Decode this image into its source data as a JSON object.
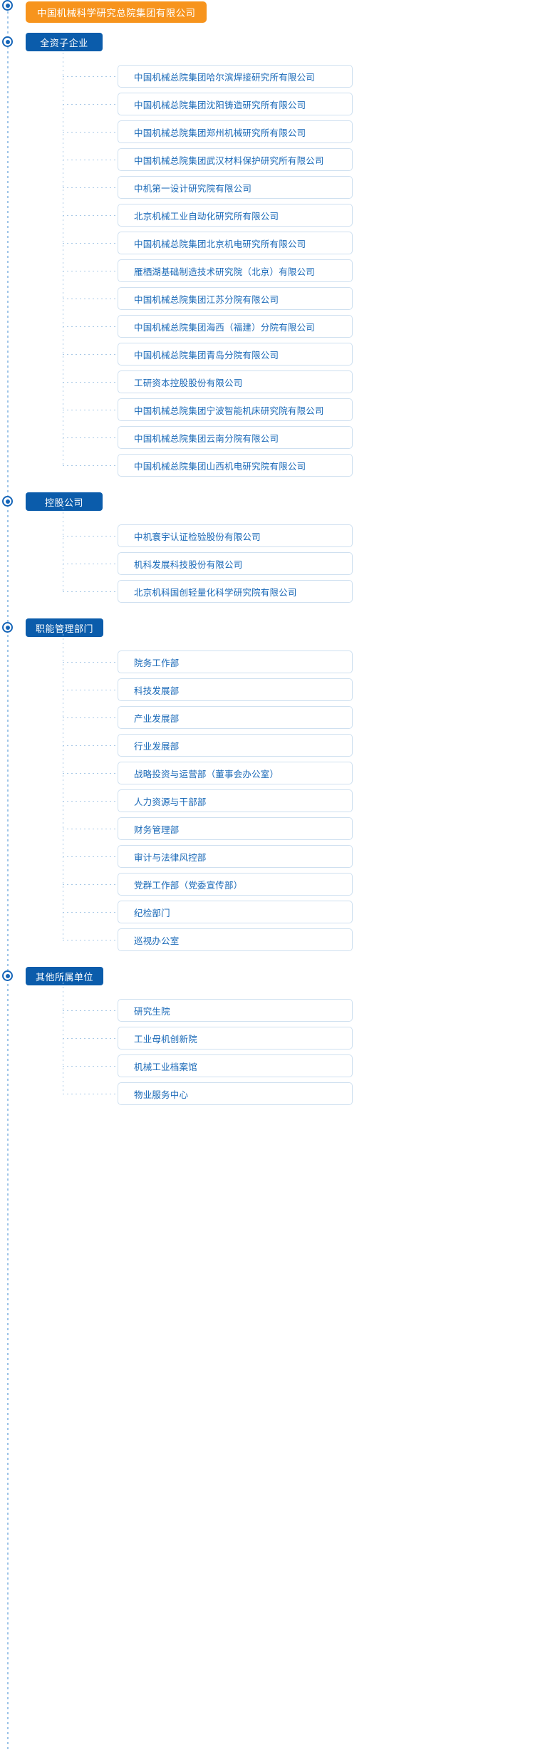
{
  "root": {
    "label": "中国机械科学研究总院集团有限公司",
    "color": "#f7941d",
    "icon": "root-node-dot-icon"
  },
  "theme": {
    "category_color": "#0b5cab",
    "leaf_text_color": "#1868b7",
    "leaf_border_color": "#cfe0f0",
    "connector_color": "#a9c9e6"
  },
  "groups": [
    {
      "label": "全资子企业",
      "items": [
        {
          "label": "中国机械总院集团哈尔滨焊接研究所有限公司"
        },
        {
          "label": "中国机械总院集团沈阳铸造研究所有限公司"
        },
        {
          "label": "中国机械总院集团郑州机械研究所有限公司"
        },
        {
          "label": "中国机械总院集团武汉材料保护研究所有限公司"
        },
        {
          "label": "中机第一设计研究院有限公司"
        },
        {
          "label": "北京机械工业自动化研究所有限公司"
        },
        {
          "label": "中国机械总院集团北京机电研究所有限公司"
        },
        {
          "label": "雁栖湖基础制造技术研究院（北京）有限公司"
        },
        {
          "label": "中国机械总院集团江苏分院有限公司"
        },
        {
          "label": "中国机械总院集团海西（福建）分院有限公司"
        },
        {
          "label": "中国机械总院集团青岛分院有限公司"
        },
        {
          "label": "工研资本控股股份有限公司"
        },
        {
          "label": "中国机械总院集团宁波智能机床研究院有限公司"
        },
        {
          "label": "中国机械总院集团云南分院有限公司"
        },
        {
          "label": "中国机械总院集团山西机电研究院有限公司"
        }
      ]
    },
    {
      "label": "控股公司",
      "items": [
        {
          "label": "中机寰宇认证检验股份有限公司"
        },
        {
          "label": "机科发展科技股份有限公司"
        },
        {
          "label": "北京机科国创轻量化科学研究院有限公司"
        }
      ]
    },
    {
      "label": "职能管理部门",
      "items": [
        {
          "label": "院务工作部"
        },
        {
          "label": "科技发展部"
        },
        {
          "label": "产业发展部"
        },
        {
          "label": "行业发展部"
        },
        {
          "label": "战略投资与运营部（董事会办公室）"
        },
        {
          "label": "人力资源与干部部"
        },
        {
          "label": "财务管理部"
        },
        {
          "label": "审计与法律风控部"
        },
        {
          "label": "党群工作部（党委宣传部）"
        },
        {
          "label": "纪检部门"
        },
        {
          "label": "巡视办公室"
        }
      ]
    },
    {
      "label": "其他所属单位",
      "items": [
        {
          "label": "研究生院"
        },
        {
          "label": "工业母机创新院"
        },
        {
          "label": "机械工业档案馆"
        },
        {
          "label": "物业服务中心"
        }
      ]
    }
  ]
}
